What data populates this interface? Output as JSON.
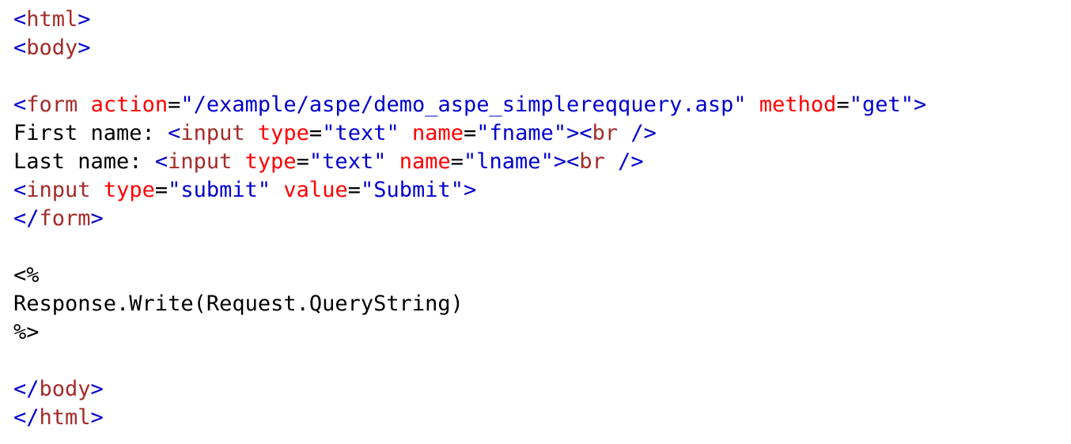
{
  "colors": {
    "bracket": "#0000cd",
    "tag": "#a52a2a",
    "attribute": "#ff0000",
    "value": "#0000cd",
    "text": "#000000",
    "background": "#ffffff"
  },
  "lines": [
    [
      {
        "k": "bracket",
        "t": "<"
      },
      {
        "k": "tag",
        "t": "html"
      },
      {
        "k": "bracket",
        "t": ">"
      }
    ],
    [
      {
        "k": "bracket",
        "t": "<"
      },
      {
        "k": "tag",
        "t": "body"
      },
      {
        "k": "bracket",
        "t": ">"
      }
    ],
    [],
    [
      {
        "k": "bracket",
        "t": "<"
      },
      {
        "k": "tag",
        "t": "form"
      },
      {
        "k": "text",
        "t": " "
      },
      {
        "k": "attr",
        "t": "action"
      },
      {
        "k": "text",
        "t": "="
      },
      {
        "k": "value",
        "t": "\"/example/aspe/demo_aspe_simplereqquery.asp\""
      },
      {
        "k": "text",
        "t": " "
      },
      {
        "k": "attr",
        "t": "method"
      },
      {
        "k": "text",
        "t": "="
      },
      {
        "k": "value",
        "t": "\"get\""
      },
      {
        "k": "bracket",
        "t": ">"
      }
    ],
    [
      {
        "k": "text",
        "t": "First name: "
      },
      {
        "k": "bracket",
        "t": "<"
      },
      {
        "k": "tag",
        "t": "input"
      },
      {
        "k": "text",
        "t": " "
      },
      {
        "k": "attr",
        "t": "type"
      },
      {
        "k": "text",
        "t": "="
      },
      {
        "k": "value",
        "t": "\"text\""
      },
      {
        "k": "text",
        "t": " "
      },
      {
        "k": "attr",
        "t": "name"
      },
      {
        "k": "text",
        "t": "="
      },
      {
        "k": "value",
        "t": "\"fname\""
      },
      {
        "k": "bracket",
        "t": "><"
      },
      {
        "k": "tag",
        "t": "br"
      },
      {
        "k": "text",
        "t": " "
      },
      {
        "k": "bracket",
        "t": "/>"
      }
    ],
    [
      {
        "k": "text",
        "t": "Last name: "
      },
      {
        "k": "bracket",
        "t": "<"
      },
      {
        "k": "tag",
        "t": "input"
      },
      {
        "k": "text",
        "t": " "
      },
      {
        "k": "attr",
        "t": "type"
      },
      {
        "k": "text",
        "t": "="
      },
      {
        "k": "value",
        "t": "\"text\""
      },
      {
        "k": "text",
        "t": " "
      },
      {
        "k": "attr",
        "t": "name"
      },
      {
        "k": "text",
        "t": "="
      },
      {
        "k": "value",
        "t": "\"lname\""
      },
      {
        "k": "bracket",
        "t": "><"
      },
      {
        "k": "tag",
        "t": "br"
      },
      {
        "k": "text",
        "t": " "
      },
      {
        "k": "bracket",
        "t": "/>"
      }
    ],
    [
      {
        "k": "bracket",
        "t": "<"
      },
      {
        "k": "tag",
        "t": "input"
      },
      {
        "k": "text",
        "t": " "
      },
      {
        "k": "attr",
        "t": "type"
      },
      {
        "k": "text",
        "t": "="
      },
      {
        "k": "value",
        "t": "\"submit\""
      },
      {
        "k": "text",
        "t": " "
      },
      {
        "k": "attr",
        "t": "value"
      },
      {
        "k": "text",
        "t": "="
      },
      {
        "k": "value",
        "t": "\"Submit\""
      },
      {
        "k": "bracket",
        "t": ">"
      }
    ],
    [
      {
        "k": "bracket",
        "t": "</"
      },
      {
        "k": "tag",
        "t": "form"
      },
      {
        "k": "bracket",
        "t": ">"
      }
    ],
    [],
    [
      {
        "k": "asp",
        "t": "<%"
      }
    ],
    [
      {
        "k": "text",
        "t": "Response.Write(Request.QueryString)"
      }
    ],
    [
      {
        "k": "asp",
        "t": "%>"
      }
    ],
    [],
    [
      {
        "k": "bracket",
        "t": "</"
      },
      {
        "k": "tag",
        "t": "body"
      },
      {
        "k": "bracket",
        "t": ">"
      }
    ],
    [
      {
        "k": "bracket",
        "t": "</"
      },
      {
        "k": "tag",
        "t": "html"
      },
      {
        "k": "bracket",
        "t": ">"
      }
    ]
  ]
}
